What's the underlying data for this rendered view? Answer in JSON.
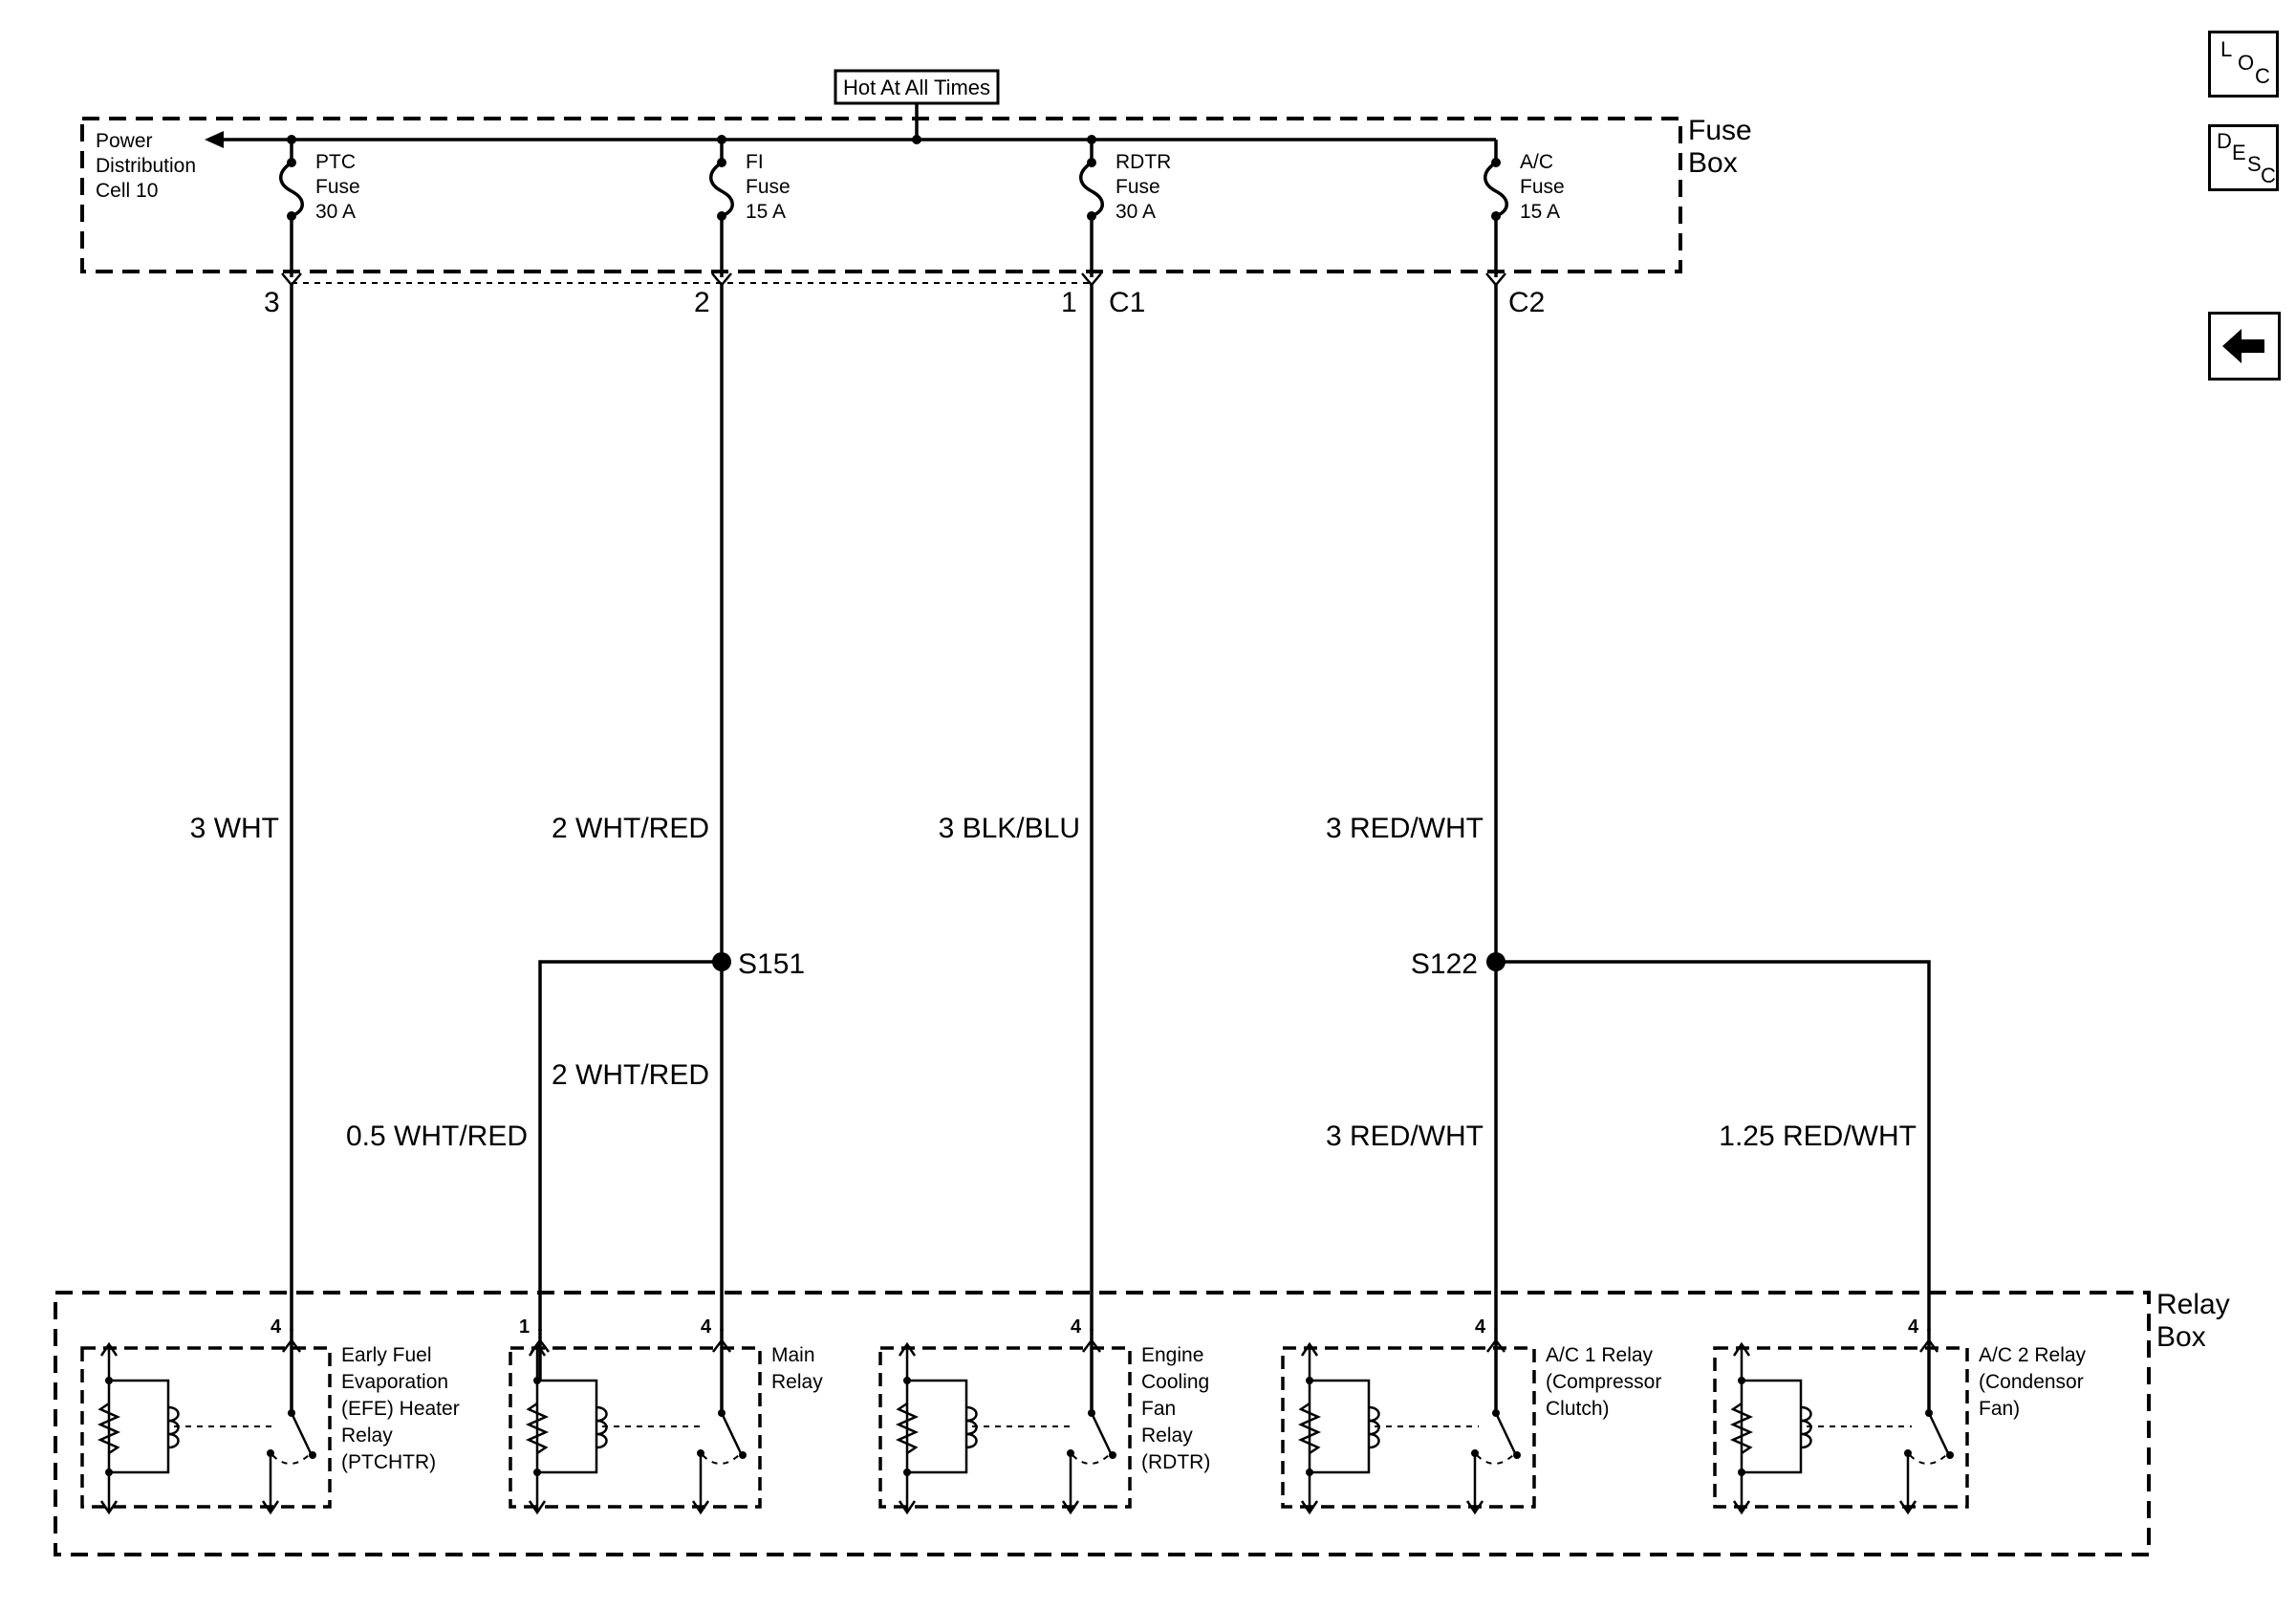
{
  "header": {
    "hot_label": "Hot At All Times"
  },
  "fuse_box": {
    "title_line1": "Fuse",
    "title_line2": "Box",
    "power_dist": [
      "Power",
      "Distribution",
      "Cell 10"
    ],
    "fuses": [
      {
        "name": "PTC",
        "word": "Fuse",
        "rating": "30 A"
      },
      {
        "name": "FI",
        "word": "Fuse",
        "rating": "15 A"
      },
      {
        "name": "RDTR",
        "word": "Fuse",
        "rating": "30 A"
      },
      {
        "name": "A/C",
        "word": "Fuse",
        "rating": "15 A"
      }
    ],
    "pins": [
      "3",
      "2",
      "1"
    ],
    "connectors": [
      "C1",
      "C2"
    ]
  },
  "wires": {
    "ptc": "3 WHT",
    "fi_upper": "2 WHT/RED",
    "rdtr": "3 BLK/BLU",
    "ac_upper": "3 RED/WHT",
    "fi_branch": "0.5 WHT/RED",
    "fi_lower": "2 WHT/RED",
    "ac_lower": "3 RED/WHT",
    "ac_branch": "1.25 RED/WHT"
  },
  "splices": {
    "s151": "S151",
    "s122": "S122"
  },
  "relay_box": {
    "title_line1": "Relay",
    "title_line2": "Box",
    "relays": [
      {
        "pin_labels": [
          "4"
        ],
        "lines": [
          "Early Fuel",
          "Evaporation",
          "(EFE) Heater",
          "Relay",
          "(PTCHTR)"
        ]
      },
      {
        "pin_labels": [
          "1",
          "4"
        ],
        "lines": [
          "Main",
          "Relay"
        ]
      },
      {
        "pin_labels": [
          "4"
        ],
        "lines": [
          "Engine",
          "Cooling",
          "Fan",
          "Relay",
          "(RDTR)"
        ]
      },
      {
        "pin_labels": [
          "4"
        ],
        "lines": [
          "A/C 1 Relay",
          "(Compressor",
          "Clutch)"
        ]
      },
      {
        "pin_labels": [
          "4"
        ],
        "lines": [
          "A/C 2 Relay",
          "(Condensor",
          "Fan)"
        ]
      }
    ]
  },
  "nav": {
    "loc": {
      "c1": "L",
      "c2": "O",
      "c3": "C"
    },
    "desc": {
      "c1": "D",
      "c2": "E",
      "c3": "S",
      "c4": "C"
    },
    "back_icon": "arrow-left-icon"
  }
}
